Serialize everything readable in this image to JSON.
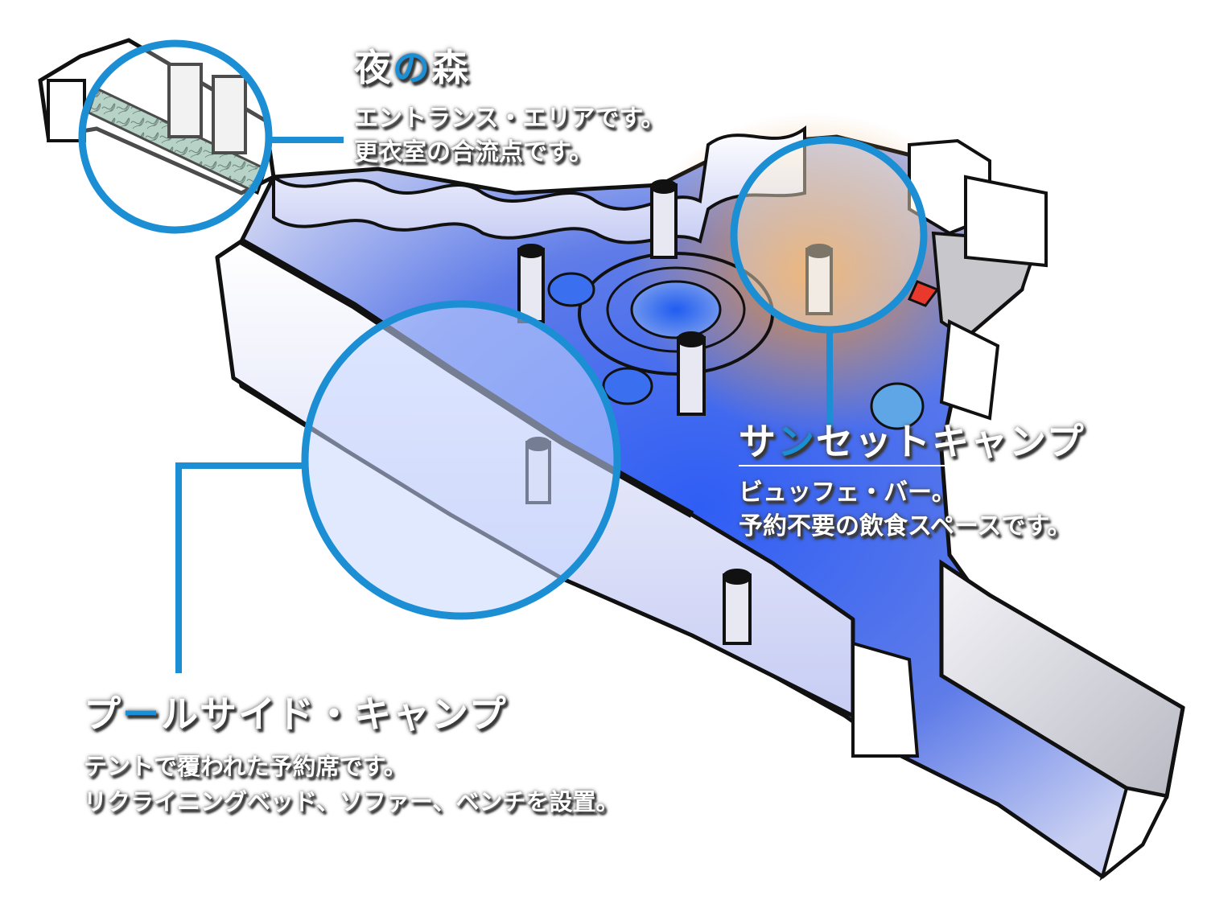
{
  "colors": {
    "accent": "#1a8fd6",
    "callout_ring": "#1c8fd4",
    "floor_blue": "#3f6df5",
    "sunset_orange": "#e89a3c"
  },
  "callouts": [
    {
      "id": "yoru-no-mori",
      "title_parts": [
        "夜",
        "の",
        "森"
      ],
      "desc_lines": [
        "エントランス・エリアです。",
        "更衣室の合流点です。"
      ]
    },
    {
      "id": "sunset-camp",
      "title_parts": [
        "サ",
        "ン",
        "セットキャンプ"
      ],
      "desc_lines": [
        "ビュッフェ・バー。",
        "予約不要の飲食スペースです。"
      ]
    },
    {
      "id": "poolside-camp",
      "title_parts": [
        "プ",
        "ー",
        "ルサイド・キャンプ"
      ],
      "desc_lines": [
        "テントで覆われた予約席です。",
        "リクライニングベッド、ソファー、ベンチを設置。"
      ]
    }
  ]
}
